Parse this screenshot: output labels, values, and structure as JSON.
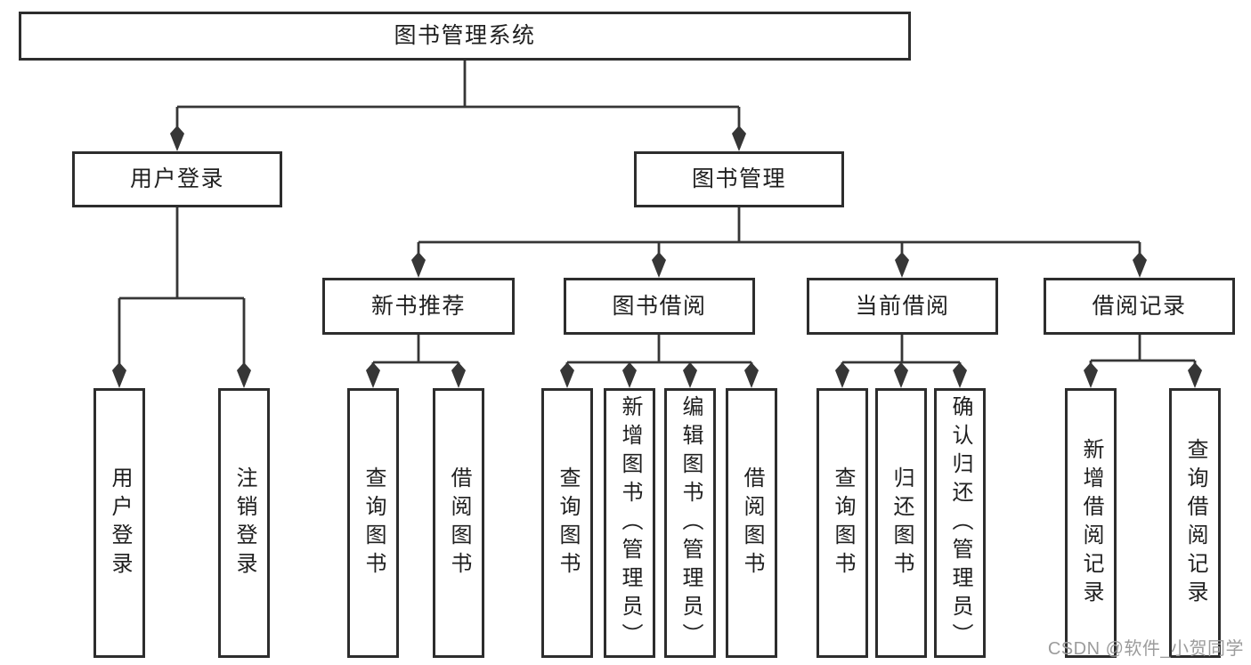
{
  "diagram_title": "图书管理系统",
  "nodes": {
    "root": {
      "label": "图书管理系统"
    },
    "user_login": {
      "label": "用户登录"
    },
    "book_mgmt": {
      "label": "图书管理"
    },
    "new_book_rec": {
      "label": "新书推荐"
    },
    "book_borrow": {
      "label": "图书借阅"
    },
    "current_borrow": {
      "label": "当前借阅"
    },
    "borrow_record": {
      "label": "借阅记录"
    },
    "leaf_user_login": {
      "label": "用户登录"
    },
    "leaf_logout": {
      "label": "注销登录"
    },
    "leaf_rec_query": {
      "label": "查询图书"
    },
    "leaf_rec_borrow": {
      "label": "借阅图书"
    },
    "leaf_bb_query": {
      "label": "查询图书"
    },
    "leaf_bb_add": {
      "label": "新增图书（管理员）"
    },
    "leaf_bb_edit": {
      "label": "编辑图书（管理员）"
    },
    "leaf_bb_borrow": {
      "label": "借阅图书"
    },
    "leaf_cb_query": {
      "label": "查询图书"
    },
    "leaf_cb_return": {
      "label": "归还图书"
    },
    "leaf_cb_confirm": {
      "label": "确认归还（管理员）"
    },
    "leaf_br_add": {
      "label": "新增借阅记录"
    },
    "leaf_br_query": {
      "label": "查询借阅记录"
    }
  },
  "hierarchy": {
    "root": [
      "user_login",
      "book_mgmt"
    ],
    "user_login": [
      "leaf_user_login",
      "leaf_logout"
    ],
    "book_mgmt": [
      "new_book_rec",
      "book_borrow",
      "current_borrow",
      "borrow_record"
    ],
    "new_book_rec": [
      "leaf_rec_query",
      "leaf_rec_borrow"
    ],
    "book_borrow": [
      "leaf_bb_query",
      "leaf_bb_add",
      "leaf_bb_edit",
      "leaf_bb_borrow"
    ],
    "current_borrow": [
      "leaf_cb_query",
      "leaf_cb_return",
      "leaf_cb_confirm"
    ],
    "borrow_record": [
      "leaf_br_add",
      "leaf_br_query"
    ]
  },
  "watermark": "CSDN @软件_小贺同学",
  "colors": {
    "line": "#363636",
    "box_border": "#2d2d2d",
    "text": "#1f1f1f",
    "background": "#ffffff",
    "watermark": "#9c9c9c"
  }
}
